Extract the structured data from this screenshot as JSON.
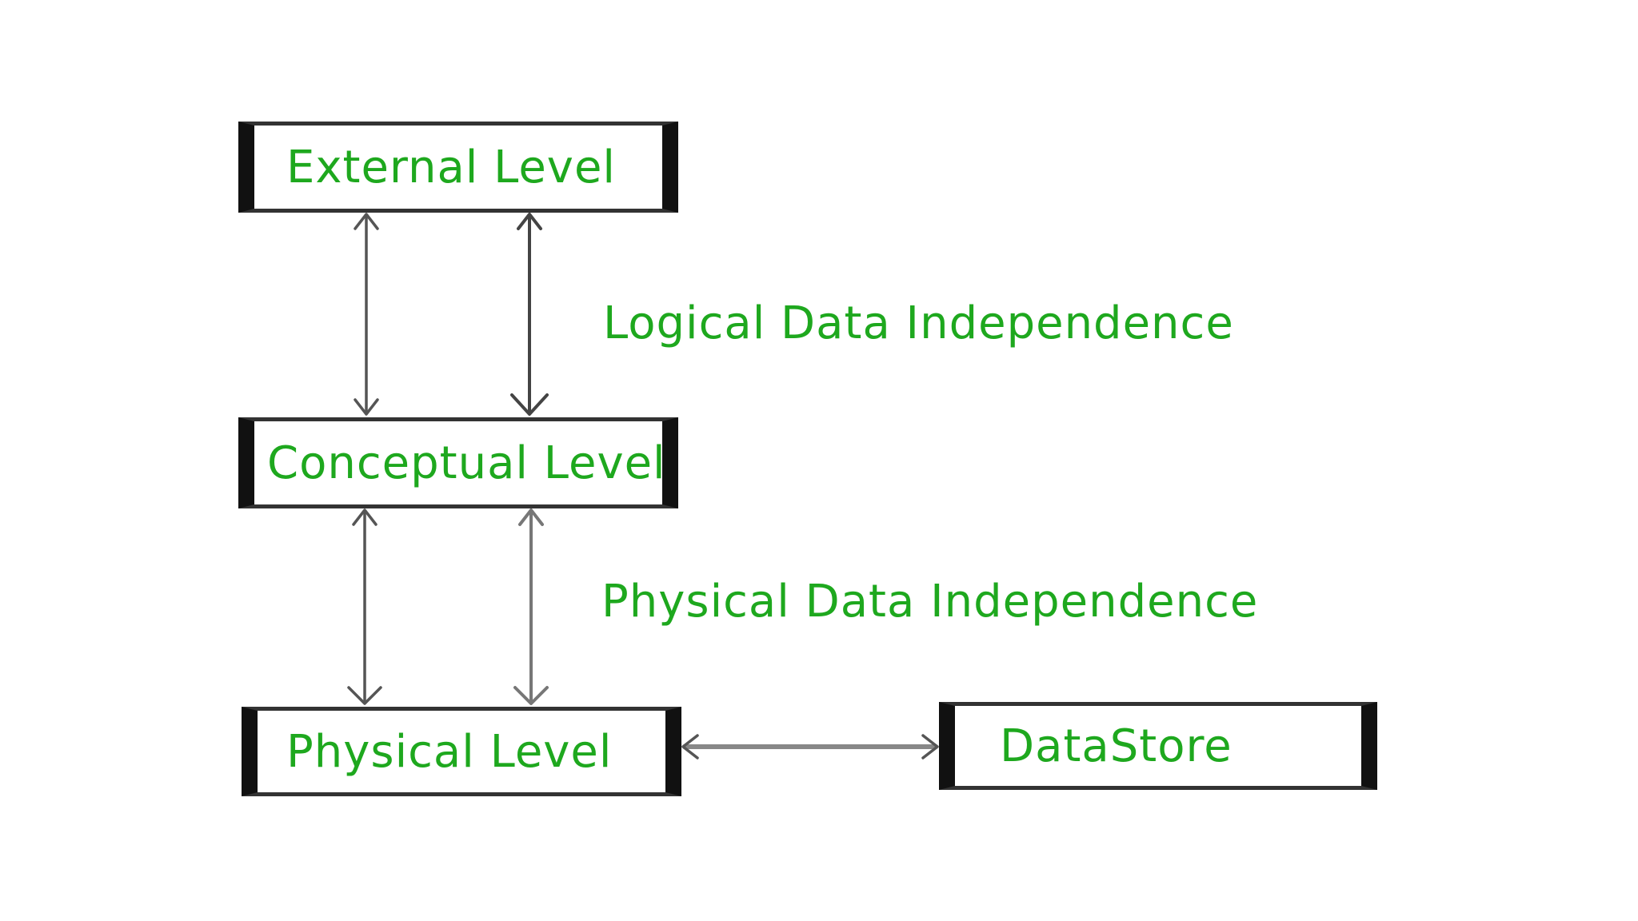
{
  "levels": {
    "external": "External Level",
    "conceptual": "Conceptual Level",
    "physical": "Physical Level",
    "datastore": "DataStore"
  },
  "annotations": {
    "logical_independence": "Logical Data Independence",
    "physical_independence": "Physical Data Independence"
  },
  "colors": {
    "label_text": "#1ea81e",
    "box_border": "#333333",
    "box_side_bar": "#111111",
    "arrow": "#555555",
    "background": "#ffffff"
  }
}
